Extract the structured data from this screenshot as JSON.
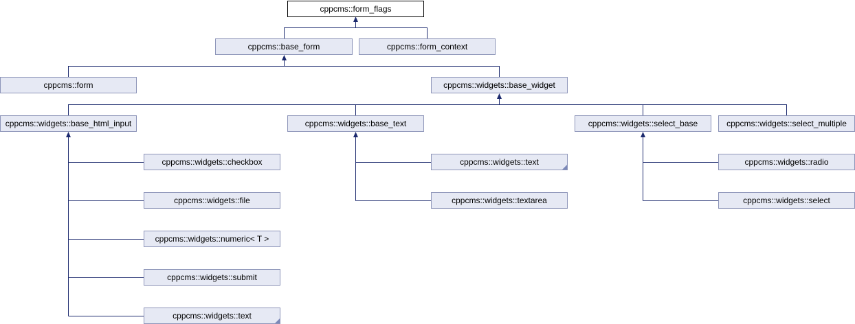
{
  "nodes": {
    "form_flags": "cppcms::form_flags",
    "base_form": "cppcms::base_form",
    "form_context": "cppcms::form_context",
    "form": "cppcms::form",
    "base_widget": "cppcms::widgets::base_widget",
    "base_html_input": "cppcms::widgets::base_html_input",
    "base_text": "cppcms::widgets::base_text",
    "select_base": "cppcms::widgets::select_base",
    "select_multiple": "cppcms::widgets::select_multiple",
    "checkbox": "cppcms::widgets::checkbox",
    "file": "cppcms::widgets::file",
    "numeric": "cppcms::widgets::numeric< T >",
    "submit": "cppcms::widgets::submit",
    "text_a": "cppcms::widgets::text",
    "text_b": "cppcms::widgets::text",
    "textarea": "cppcms::widgets::textarea",
    "radio": "cppcms::widgets::radio",
    "select": "cppcms::widgets::select"
  }
}
